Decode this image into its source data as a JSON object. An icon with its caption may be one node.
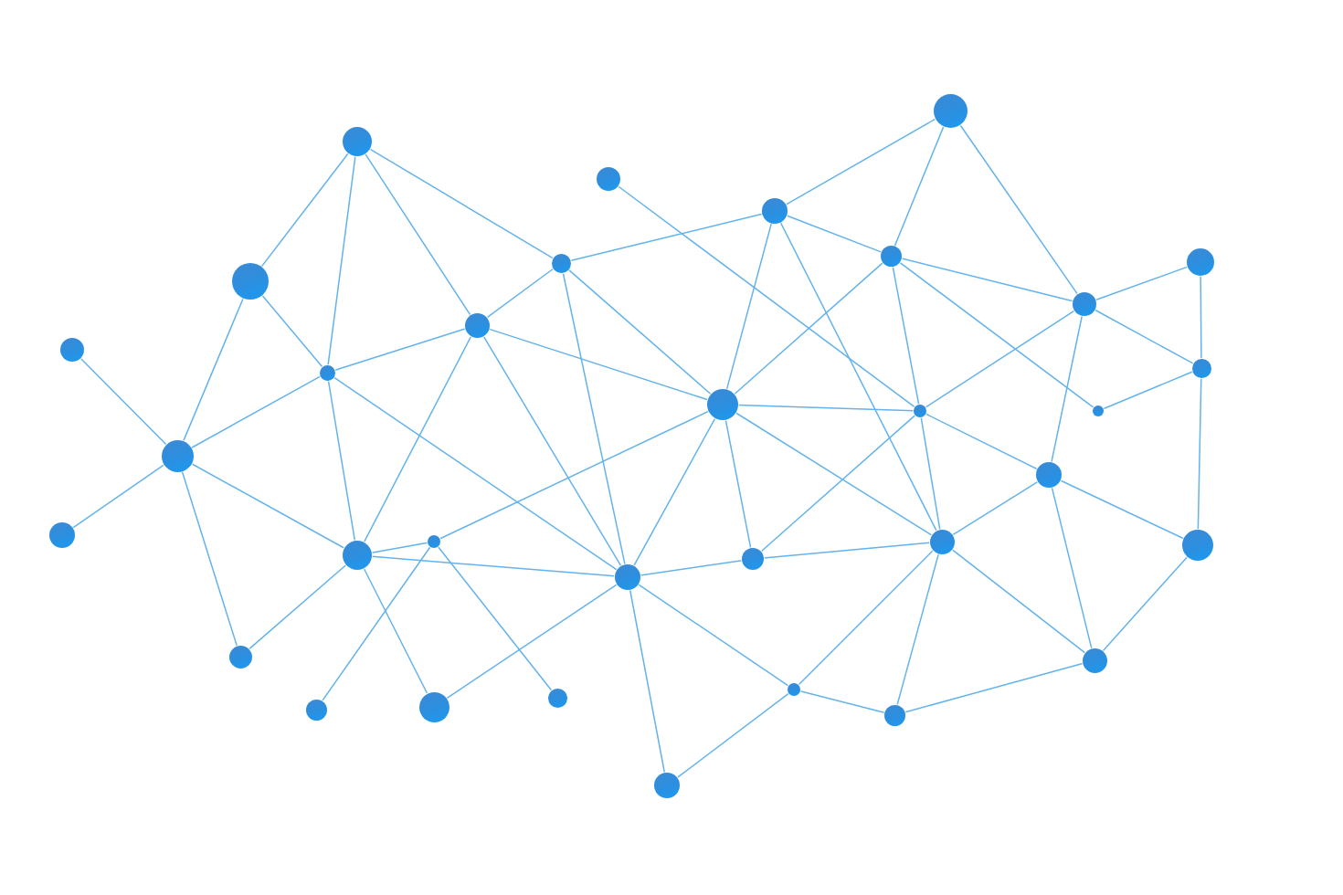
{
  "diagram": {
    "nodes": [
      {
        "text": [],
        "shape": "circle"
      },
      {
        "text": [],
        "shape": "circle"
      },
      {
        "text": [],
        "shape": "circle"
      },
      {
        "text": [],
        "shape": "circle"
      },
      {
        "text": [],
        "shape": "circle"
      },
      {
        "text": [],
        "shape": "circle"
      },
      {
        "text": [],
        "shape": "circle"
      },
      {
        "text": [],
        "shape": "circle"
      },
      {
        "text": [],
        "shape": "circle"
      },
      {
        "text": [],
        "shape": "circle"
      },
      {
        "text": [],
        "shape": "circle"
      },
      {
        "text": [],
        "shape": "circle"
      },
      {
        "text": [],
        "shape": "circle"
      },
      {
        "text": [],
        "shape": "circle"
      },
      {
        "text": [],
        "shape": "circle"
      },
      {
        "text": [],
        "shape": "circle"
      },
      {
        "text": [],
        "shape": "circle"
      },
      {
        "text": [],
        "shape": "circle"
      },
      {
        "text": [],
        "shape": "circle"
      },
      {
        "text": [],
        "shape": "circle"
      },
      {
        "text": [],
        "shape": "circle"
      },
      {
        "text": [],
        "shape": "circle"
      },
      {
        "text": [],
        "shape": "circle"
      },
      {
        "text": [],
        "shape": "circle"
      },
      {
        "text": [],
        "shape": "circle"
      },
      {
        "text": [],
        "shape": "circle"
      },
      {
        "text": [],
        "shape": "circle"
      },
      {
        "text": [],
        "shape": "circle"
      },
      {
        "text": [],
        "shape": "circle"
      },
      {
        "text": [],
        "shape": "circle"
      },
      {
        "text": [],
        "shape": "circle"
      },
      {
        "text": [],
        "shape": "circle"
      },
      {
        "text": [],
        "shape": "circle"
      }
    ],
    "edges": [
      {
        "from": 1,
        "to": 7,
        "arrow": "none"
      },
      {
        "from": 1,
        "to": 12,
        "arrow": "none"
      },
      {
        "from": 1,
        "to": 9,
        "arrow": "none"
      },
      {
        "from": 1,
        "to": 6,
        "arrow": "none"
      },
      {
        "from": 7,
        "to": 12,
        "arrow": "none"
      },
      {
        "from": 7,
        "to": 16,
        "arrow": "none"
      },
      {
        "from": 10,
        "to": 16,
        "arrow": "none"
      },
      {
        "from": 16,
        "to": 18,
        "arrow": "none"
      },
      {
        "from": 12,
        "to": 16,
        "arrow": "none"
      },
      {
        "from": 16,
        "to": 22,
        "arrow": "none"
      },
      {
        "from": 16,
        "to": 25,
        "arrow": "none"
      },
      {
        "from": 12,
        "to": 9,
        "arrow": "none"
      },
      {
        "from": 12,
        "to": 22,
        "arrow": "none"
      },
      {
        "from": 12,
        "to": 24,
        "arrow": "none"
      },
      {
        "from": 9,
        "to": 6,
        "arrow": "none"
      },
      {
        "from": 9,
        "to": 22,
        "arrow": "none"
      },
      {
        "from": 9,
        "to": 24,
        "arrow": "none"
      },
      {
        "from": 9,
        "to": 13,
        "arrow": "none"
      },
      {
        "from": 6,
        "to": 3,
        "arrow": "none"
      },
      {
        "from": 6,
        "to": 13,
        "arrow": "none"
      },
      {
        "from": 6,
        "to": 24,
        "arrow": "none"
      },
      {
        "from": 2,
        "to": 14,
        "arrow": "none"
      },
      {
        "from": 3,
        "to": 0,
        "arrow": "none"
      },
      {
        "from": 3,
        "to": 4,
        "arrow": "none"
      },
      {
        "from": 3,
        "to": 13,
        "arrow": "none"
      },
      {
        "from": 3,
        "to": 20,
        "arrow": "none"
      },
      {
        "from": 0,
        "to": 4,
        "arrow": "none"
      },
      {
        "from": 0,
        "to": 8,
        "arrow": "none"
      },
      {
        "from": 4,
        "to": 8,
        "arrow": "none"
      },
      {
        "from": 4,
        "to": 13,
        "arrow": "none"
      },
      {
        "from": 4,
        "to": 14,
        "arrow": "none"
      },
      {
        "from": 4,
        "to": 15,
        "arrow": "none"
      },
      {
        "from": 8,
        "to": 5,
        "arrow": "none"
      },
      {
        "from": 8,
        "to": 11,
        "arrow": "none"
      },
      {
        "from": 8,
        "to": 14,
        "arrow": "none"
      },
      {
        "from": 8,
        "to": 17,
        "arrow": "none"
      },
      {
        "from": 5,
        "to": 11,
        "arrow": "none"
      },
      {
        "from": 11,
        "to": 15,
        "arrow": "none"
      },
      {
        "from": 11,
        "to": 21,
        "arrow": "none"
      },
      {
        "from": 13,
        "to": 14,
        "arrow": "none"
      },
      {
        "from": 13,
        "to": 19,
        "arrow": "none"
      },
      {
        "from": 13,
        "to": 24,
        "arrow": "none"
      },
      {
        "from": 13,
        "to": 23,
        "arrow": "none"
      },
      {
        "from": 13,
        "to": 20,
        "arrow": "none"
      },
      {
        "from": 14,
        "to": 23,
        "arrow": "none"
      },
      {
        "from": 14,
        "to": 17,
        "arrow": "none"
      },
      {
        "from": 14,
        "to": 20,
        "arrow": "none"
      },
      {
        "from": 17,
        "to": 20,
        "arrow": "none"
      },
      {
        "from": 17,
        "to": 21,
        "arrow": "none"
      },
      {
        "from": 17,
        "to": 26,
        "arrow": "none"
      },
      {
        "from": 21,
        "to": 26,
        "arrow": "none"
      },
      {
        "from": 20,
        "to": 23,
        "arrow": "none"
      },
      {
        "from": 20,
        "to": 27,
        "arrow": "none"
      },
      {
        "from": 20,
        "to": 31,
        "arrow": "none"
      },
      {
        "from": 20,
        "to": 26,
        "arrow": "none"
      },
      {
        "from": 26,
        "to": 31,
        "arrow": "none"
      },
      {
        "from": 31,
        "to": 27,
        "arrow": "none"
      },
      {
        "from": 27,
        "to": 24,
        "arrow": "none"
      },
      {
        "from": 27,
        "to": 32,
        "arrow": "none"
      },
      {
        "from": 24,
        "to": 32,
        "arrow": "none"
      },
      {
        "from": 24,
        "to": 23,
        "arrow": "none"
      },
      {
        "from": 24,
        "to": 29,
        "arrow": "none"
      },
      {
        "from": 24,
        "to": 22,
        "arrow": "none"
      },
      {
        "from": 19,
        "to": 22,
        "arrow": "none"
      },
      {
        "from": 19,
        "to": 30,
        "arrow": "none"
      },
      {
        "from": 19,
        "to": 28,
        "arrow": "none"
      },
      {
        "from": 22,
        "to": 25,
        "arrow": "none"
      },
      {
        "from": 22,
        "to": 29,
        "arrow": "none"
      }
    ]
  }
}
